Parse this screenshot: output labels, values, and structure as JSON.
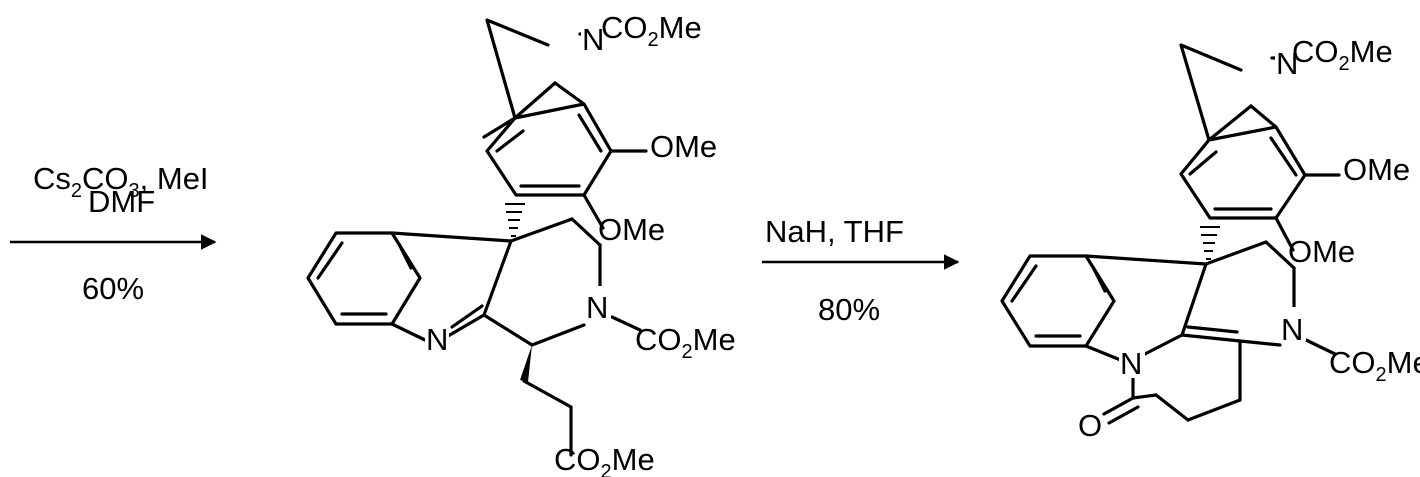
{
  "scheme": {
    "step1": {
      "reagents": "Cs2CO3, MeI",
      "solvent": "DMF",
      "yield": "60%"
    },
    "step2": {
      "reagents": "NaH, THF",
      "yield": "80%"
    },
    "atom_labels": {
      "N": "N",
      "O": "O",
      "OMe": "OMe",
      "CO2Me_prefix": "CO",
      "CO2Me_sub": "2",
      "CO2Me_suffix": "Me",
      "Cs_prefix": "Cs",
      "Cs_sub": "2",
      "CO3_prefix": "CO",
      "CO3_sub": "3",
      "MeI_suffix": ", MeI"
    }
  }
}
